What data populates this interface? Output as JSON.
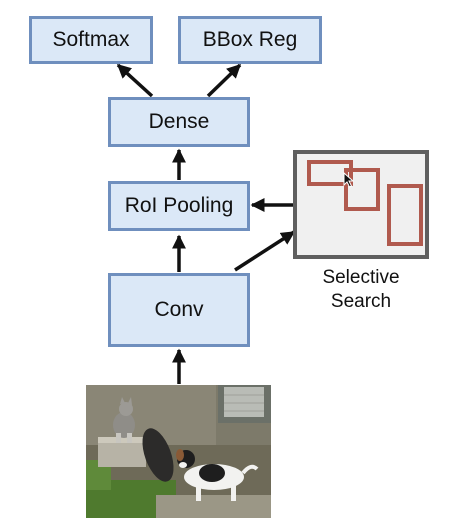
{
  "nodes": {
    "softmax": "Softmax",
    "bbox_reg": "BBox Reg",
    "dense": "Dense",
    "roi_pooling": "RoI Pooling",
    "conv": "Conv"
  },
  "selective_search": {
    "caption_line1": "Selective",
    "caption_line2": "Search"
  },
  "input_image": {
    "content": "photo of a cat on a stone block and a black-and-white dog"
  },
  "colors": {
    "box_fill": "#dbe8f7",
    "box_border": "#6f8fbe",
    "arrow": "#111111",
    "proposal_border": "#b05a4e",
    "panel_border": "#5f5f5f",
    "panel_fill": "#f0f0f0"
  }
}
